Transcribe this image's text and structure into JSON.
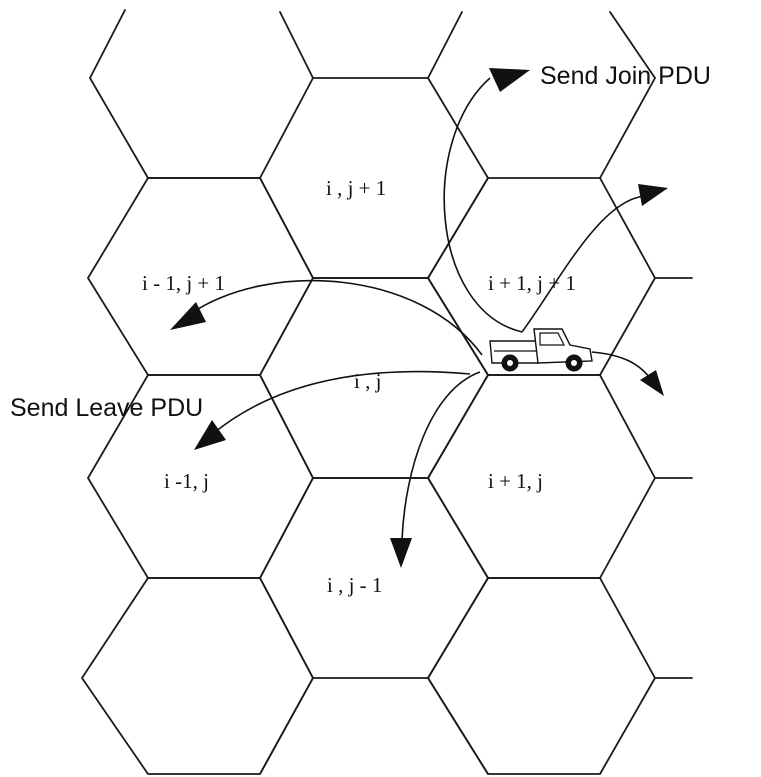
{
  "cells": {
    "i_jp1": "i , j + 1",
    "im1_jp1": "i - 1, j + 1",
    "ip1_jp1": "i + 1, j + 1",
    "i_j": "i , j",
    "im1_j": "i -1, j",
    "ip1_j": "i + 1, j",
    "i_jm1": "i , j - 1"
  },
  "labels": {
    "join": "Send Join PDU",
    "leave": "Send Leave PDU"
  },
  "icons": [
    "truck-icon",
    "arrow-head-icon"
  ]
}
